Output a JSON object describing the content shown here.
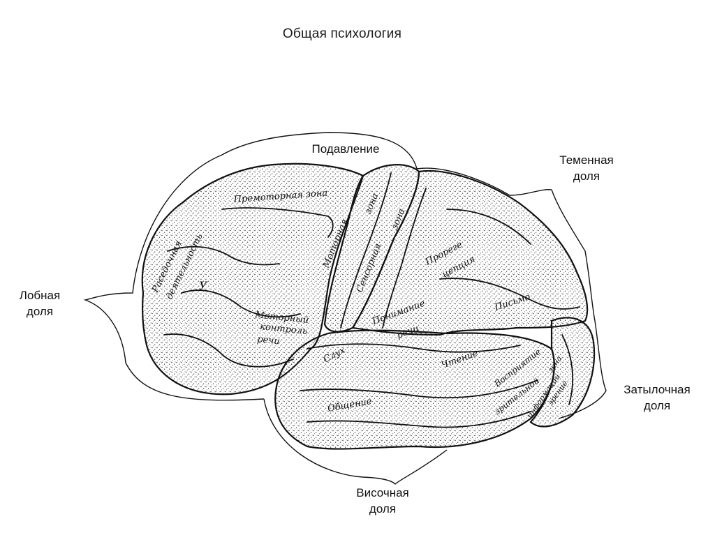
{
  "title": "Общая психология",
  "lobes": {
    "top": [
      "Подавление"
    ],
    "frontal": [
      "Лобная",
      "доля"
    ],
    "parietal": [
      "Теменная",
      "доля"
    ],
    "occipital": [
      "Затылочная",
      "доля"
    ],
    "temporal": [
      "Височная",
      "доля"
    ]
  },
  "areas": {
    "premotor": "Премоторная зона",
    "motor_zone_1": "Моторная",
    "motor_zone_2": "зона",
    "sensory_zone_1": "Сенсорная",
    "sensory_zone_2": "зона",
    "purposeful_1": "Раседочная",
    "purposeful_2": "деятельность",
    "y_mark": "У",
    "speech_control_1": "Моторный",
    "speech_control_2": "контроль",
    "speech_control_3": "речи",
    "reception_1": "Прореге",
    "reception_2": "цепция",
    "speech_understanding_1": "Понимание",
    "speech_understanding_2": "речи",
    "writing": "Письмо",
    "hearing": "Слух",
    "reading": "Чтение",
    "communication": "Общение",
    "visual_1": "Восприятие",
    "visual_2": "зрительной",
    "visual_3": "информации",
    "visual_4": "зрение",
    "visual_5": "зона"
  },
  "colors": {
    "ink": "#111111",
    "stipple": "#3a3a3a",
    "background": "#ffffff"
  }
}
